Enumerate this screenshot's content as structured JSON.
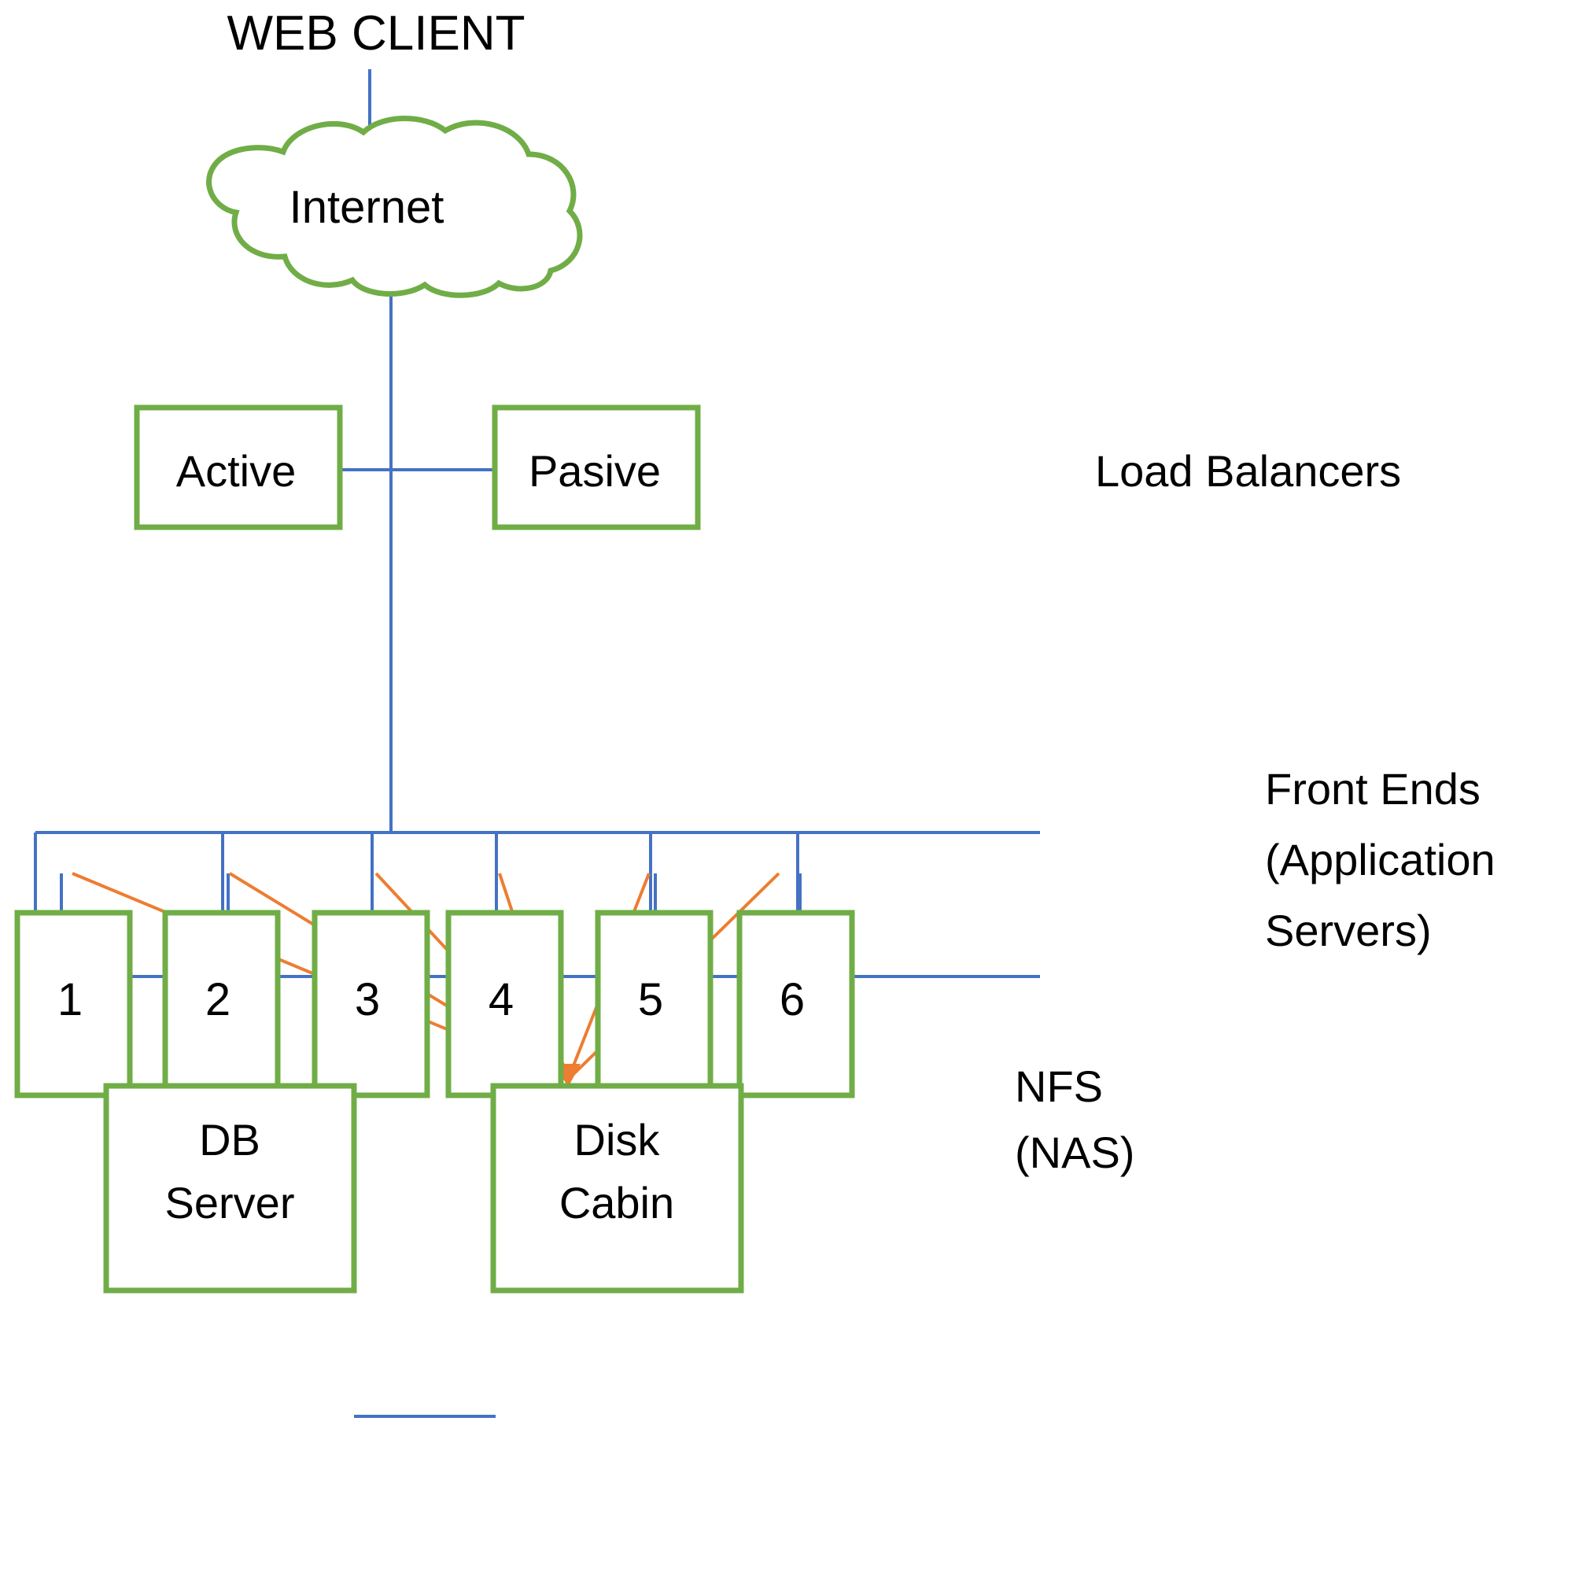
{
  "diagram": {
    "title": "WEB CLIENT",
    "type": "network-architecture-diagram",
    "colors": {
      "node_border": "#70AD47",
      "node_fill": "#FFFFFF",
      "link_blue": "#4472C4",
      "link_orange": "#ED7D31",
      "text": "#000000",
      "background": "#FFFFFF"
    },
    "nodes": {
      "web_client": {
        "label": "WEB CLIENT",
        "shape": "text"
      },
      "internet": {
        "label": "Internet",
        "shape": "cloud"
      },
      "load_balancer_active": {
        "label": "Active",
        "shape": "box"
      },
      "load_balancer_passive": {
        "label": "Pasive",
        "shape": "box"
      },
      "db_server": {
        "label_line1": "DB",
        "label_line2": "Server",
        "shape": "box"
      },
      "disk_cabin": {
        "label_line1": "Disk",
        "label_line2": "Cabin",
        "shape": "box"
      }
    },
    "front_ends": [
      {
        "label": "1"
      },
      {
        "label": "2"
      },
      {
        "label": "3"
      },
      {
        "label": "4"
      },
      {
        "label": "5"
      },
      {
        "label": "6"
      }
    ],
    "side_labels": {
      "load_balancers": "Load Balancers",
      "front_ends_line1": "Front Ends",
      "front_ends_line2": "(Application",
      "front_ends_line3": "Servers)",
      "nfs_line1": "NFS",
      "nfs_line2": "(NAS)"
    },
    "connections": [
      {
        "from": "web_client",
        "to": "internet",
        "color": "blue"
      },
      {
        "from": "internet",
        "to": "load_balancer_bus",
        "color": "blue"
      },
      {
        "from": "load_balancer_active",
        "to": "load_balancer_passive",
        "color": "blue"
      },
      {
        "from": "load_balancer_bus",
        "to": "front_end_bus",
        "color": "blue"
      },
      {
        "from": "front_end_bus",
        "to": "front_ends",
        "color": "blue"
      },
      {
        "from": "front_ends",
        "to": "lower_bus",
        "color": "blue"
      },
      {
        "from": "lower_bus",
        "to": "db_server",
        "color": "blue"
      },
      {
        "from": "db_server",
        "to": "disk_cabin",
        "color": "blue"
      },
      {
        "from": "front_ends",
        "to": "disk_cabin",
        "color": "orange"
      }
    ]
  }
}
